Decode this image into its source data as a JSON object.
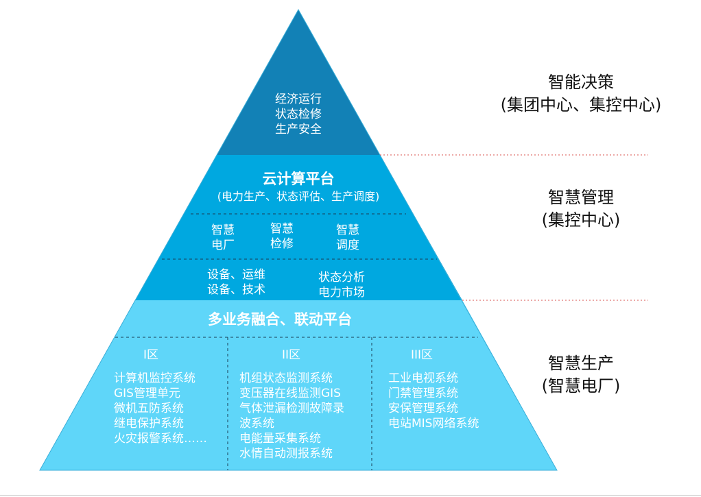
{
  "pyramid": {
    "apex": {
      "lines": "经济运行\n状态检修\n生产安全",
      "color": "#1281b6"
    },
    "middle": {
      "color": "#00a8e0",
      "title": "云计算平台",
      "subtitle": "(电力生产、状态评估、生产调度)",
      "modules": [
        "智慧\n电厂",
        "智慧\n检修",
        "智慧\n调度"
      ],
      "left_note": "设备、运维\n设备、技术",
      "right_note": "状态分析\n电力市场"
    },
    "base": {
      "color": "#5fd6f9",
      "title": "多业务融合、联动平台",
      "zones": [
        {
          "name": "I区",
          "items": "计算机监控系统\nGIS管理单元\n微机五防系统\n继电保护系统\n火灾报警系统……"
        },
        {
          "name": "II区",
          "items": "机组状态监测系统\n变压器在线监测GIS\n气体泄漏检测故障录\n波系统\n电能量采集系统\n水情自动测报系统"
        },
        {
          "name": "III区",
          "items": "工业电视系统\n门禁管理系统\n安保管理系统\n电站MIS网络系统"
        }
      ]
    }
  },
  "side_labels": [
    {
      "text": "智能决策\n(集团中心、集控中心)"
    },
    {
      "text": "智慧管理\n(集控中心)"
    },
    {
      "text": "智慧生产\n(智慧电厂)"
    }
  ],
  "divider_color": "#d9534f"
}
